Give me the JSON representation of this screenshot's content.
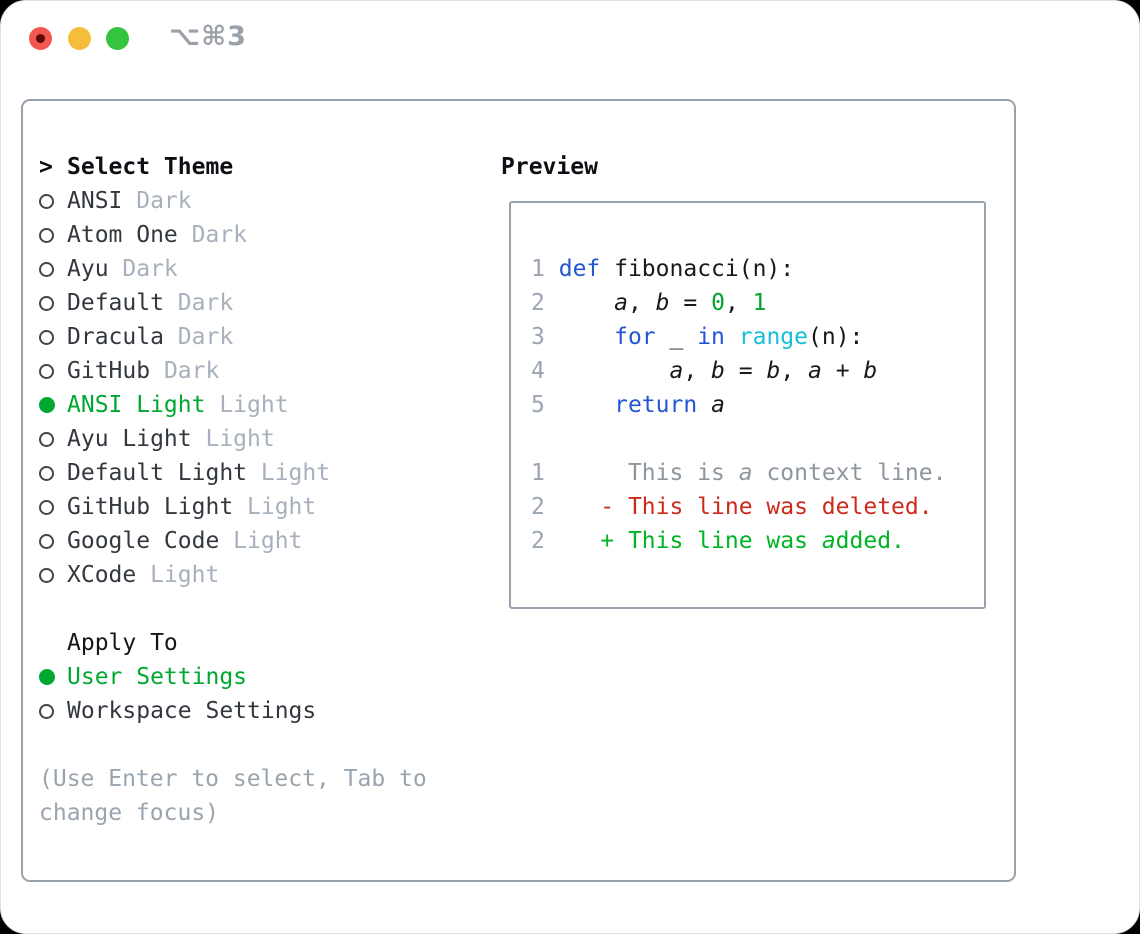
{
  "window": {
    "shortcut": "⌥⌘3"
  },
  "colors": {
    "accent_green": "#00a832",
    "keyword_blue": "#2355d4",
    "function_cyan": "#15c0d6",
    "number_green": "#00a42b",
    "context_gray": "#8d969e",
    "deleted_red": "#cc2b1c",
    "added_green": "#00b426",
    "muted_gray": "#9aa4ae",
    "line_number_gray": "#9aa5b1",
    "variant_gray": "#a7b0bc",
    "text_dark": "#33383f",
    "heading_black": "#0c0f13",
    "border_gray": "#98a2ad",
    "traffic_red": "#f2564e",
    "traffic_yellow": "#f5bd3a",
    "traffic_green": "#35c43f"
  },
  "theme_picker": {
    "caret": ">",
    "title": "Select Theme",
    "items": [
      {
        "name": "ANSI",
        "variant": "Dark",
        "selected": false
      },
      {
        "name": "Atom One",
        "variant": "Dark",
        "selected": false
      },
      {
        "name": "Ayu",
        "variant": "Dark",
        "selected": false
      },
      {
        "name": "Default",
        "variant": "Dark",
        "selected": false
      },
      {
        "name": "Dracula",
        "variant": "Dark",
        "selected": false
      },
      {
        "name": "GitHub",
        "variant": "Dark",
        "selected": false
      },
      {
        "name": "ANSI Light",
        "variant": "Light",
        "selected": true
      },
      {
        "name": "Ayu Light",
        "variant": "Light",
        "selected": false
      },
      {
        "name": "Default Light",
        "variant": "Light",
        "selected": false
      },
      {
        "name": "GitHub Light",
        "variant": "Light",
        "selected": false
      },
      {
        "name": "Google Code",
        "variant": "Light",
        "selected": false
      },
      {
        "name": "XCode",
        "variant": "Light",
        "selected": false
      }
    ]
  },
  "apply_to": {
    "title": "Apply To",
    "options": [
      {
        "label": "User Settings",
        "selected": true
      },
      {
        "label": "Workspace Settings",
        "selected": false
      }
    ]
  },
  "help_lines": [
    "(Use Enter to select, Tab to",
    "change focus)"
  ],
  "preview": {
    "title": "Preview",
    "code_lines": [
      {
        "num": "1",
        "tokens": [
          {
            "t": " ",
            "c": "pl"
          },
          {
            "t": "def",
            "c": "kw"
          },
          {
            "t": " fibonacci(n):",
            "c": "pl"
          }
        ]
      },
      {
        "num": "2",
        "tokens": [
          {
            "t": "     ",
            "c": "pl"
          },
          {
            "t": "a",
            "c": "var"
          },
          {
            "t": ", ",
            "c": "pl"
          },
          {
            "t": "b",
            "c": "var"
          },
          {
            "t": " = ",
            "c": "pl"
          },
          {
            "t": "0",
            "c": "num"
          },
          {
            "t": ", ",
            "c": "pl"
          },
          {
            "t": "1",
            "c": "num"
          }
        ]
      },
      {
        "num": "3",
        "tokens": [
          {
            "t": "     ",
            "c": "pl"
          },
          {
            "t": "for",
            "c": "kw"
          },
          {
            "t": " _ ",
            "c": "pl"
          },
          {
            "t": "in",
            "c": "kw"
          },
          {
            "t": " ",
            "c": "pl"
          },
          {
            "t": "range",
            "c": "fn"
          },
          {
            "t": "(n):",
            "c": "pl"
          }
        ]
      },
      {
        "num": "4",
        "tokens": [
          {
            "t": "         ",
            "c": "pl"
          },
          {
            "t": "a",
            "c": "var"
          },
          {
            "t": ", ",
            "c": "pl"
          },
          {
            "t": "b",
            "c": "var"
          },
          {
            "t": " = ",
            "c": "pl"
          },
          {
            "t": "b",
            "c": "var"
          },
          {
            "t": ", ",
            "c": "pl"
          },
          {
            "t": "a",
            "c": "var"
          },
          {
            "t": " + ",
            "c": "pl"
          },
          {
            "t": "b",
            "c": "var"
          }
        ]
      },
      {
        "num": "5",
        "tokens": [
          {
            "t": "     ",
            "c": "pl"
          },
          {
            "t": "return",
            "c": "kw"
          },
          {
            "t": " ",
            "c": "pl"
          },
          {
            "t": "a",
            "c": "var"
          }
        ]
      }
    ],
    "diff_lines": [
      {
        "num": "1",
        "tokens": [
          {
            "t": "      This is ",
            "c": "ctx"
          },
          {
            "t": "a",
            "c": "ctxv"
          },
          {
            "t": " context line.",
            "c": "ctx"
          }
        ]
      },
      {
        "num": "2",
        "tokens": [
          {
            "t": "    - This line was deleted.",
            "c": "del"
          }
        ]
      },
      {
        "num": "2",
        "tokens": [
          {
            "t": "    + This line was ",
            "c": "add"
          },
          {
            "t": "a",
            "c": "addv"
          },
          {
            "t": "dded.",
            "c": "add"
          }
        ]
      }
    ]
  }
}
